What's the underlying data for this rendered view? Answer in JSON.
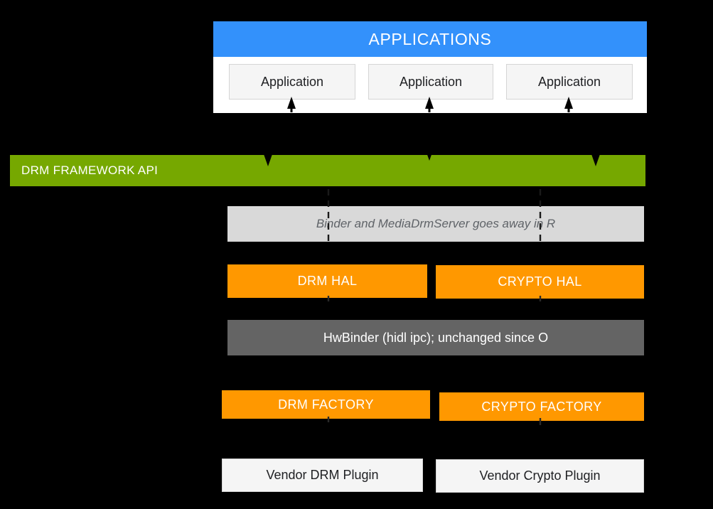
{
  "diagram": {
    "title": "Android DRM / Crypto HAL architecture",
    "background": "#000000"
  },
  "applications": {
    "header_label": "APPLICATIONS",
    "header_color": "#3391fb",
    "panel_color": "#ffffff",
    "items": [
      {
        "label": "Application"
      },
      {
        "label": "Application"
      },
      {
        "label": "Application"
      }
    ]
  },
  "framework": {
    "label": "DRM FRAMEWORK API",
    "color": "#76a800",
    "text_color": "#ffffff"
  },
  "binder_note": {
    "label": "Binder and MediaDrmServer  goes away in R",
    "color": "#d9d9d9",
    "text_color": "#5f6368",
    "style": "italic"
  },
  "hal_row": {
    "color": "#ff9800",
    "text_color": "#ffffff",
    "items": [
      {
        "label": "DRM HAL"
      },
      {
        "label": "CRYPTO HAL"
      }
    ]
  },
  "hwbinder": {
    "label": "HwBinder (hidl ipc); unchanged since O",
    "color": "#646464",
    "text_color": "#ffffff"
  },
  "factory_row": {
    "color": "#ff9800",
    "text_color": "#ffffff",
    "items": [
      {
        "label": "DRM FACTORY"
      },
      {
        "label": "CRYPTO FACTORY"
      }
    ]
  },
  "plugin_row": {
    "color": "#f5f5f5",
    "text_color": "#202124",
    "items": [
      {
        "label": "Vendor DRM Plugin"
      },
      {
        "label": "Vendor Crypto Plugin"
      }
    ]
  },
  "connectors": {
    "arrow_color": "#000000",
    "dashed_color": "#1a1a1a",
    "up_arrows_x": [
      410,
      604,
      800
    ],
    "down_arrows_x": [
      377,
      604,
      838
    ],
    "dashed_lines_x": [
      462,
      760
    ]
  }
}
